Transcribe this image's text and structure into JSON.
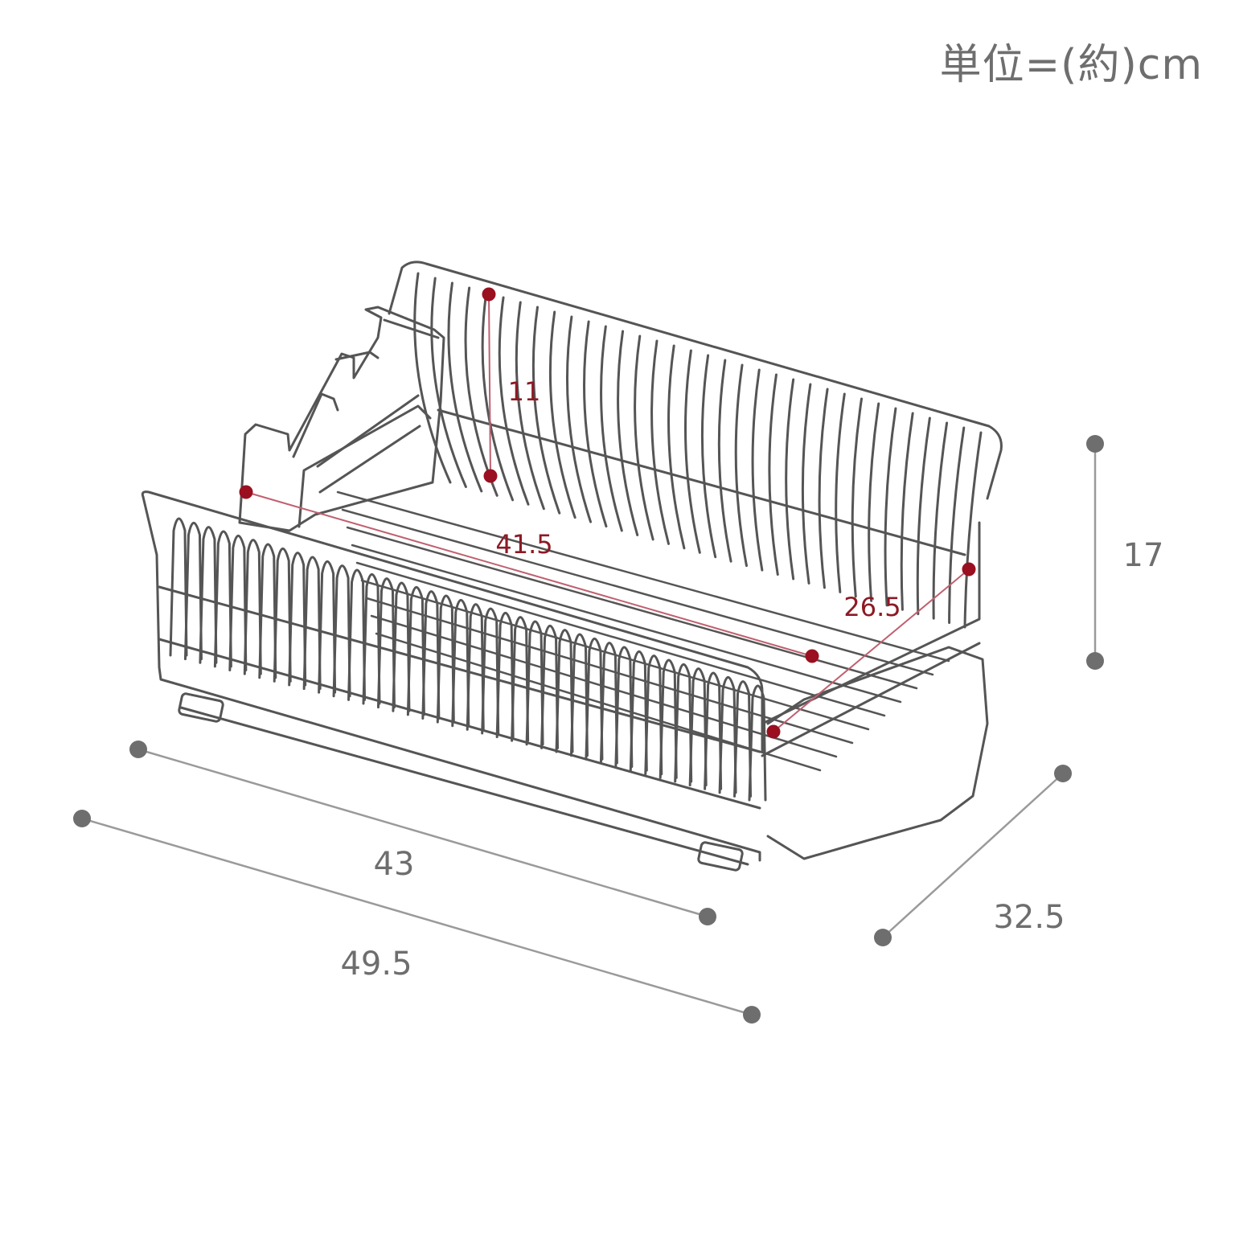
{
  "unit_label": "単位=(約)cm",
  "dimensions": {
    "outer_width_top": "43",
    "outer_width_bottom": "49.5",
    "depth": "32.5",
    "height": "17",
    "inner_height": "11",
    "inner_length": "41.5",
    "inner_depth": "26.5"
  },
  "colors": {
    "line": "#555555",
    "dimension_grey": "#6e6e6e",
    "dimension_red": "#8c1a24"
  }
}
